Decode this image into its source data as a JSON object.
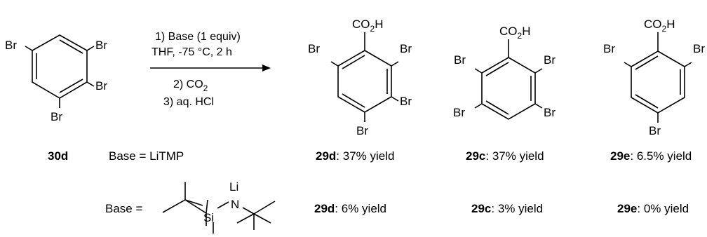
{
  "atoms": {
    "br": "Br",
    "co2h_main": "CO",
    "co2h_sub": "2",
    "co2h_end": "H",
    "li": "Li",
    "n": "N",
    "si": "Si"
  },
  "conditions": {
    "step1_line1": "1) Base (1 equiv)",
    "step1_line2": "THF, -75 °C, 2 h",
    "step2_main": "2) CO",
    "step2_sub": "2",
    "step3": "3) aq. HCl"
  },
  "labels": {
    "start_compound": "30d",
    "base1": "Base = LiTMP",
    "base2_prefix": "Base ="
  },
  "results": {
    "row1": [
      {
        "compound": "29d",
        "text": ": 37% yield"
      },
      {
        "compound": "29c",
        "text": ": 37% yield"
      },
      {
        "compound": "29e",
        "text": ": 6.5% yield"
      }
    ],
    "row2": [
      {
        "compound": "29d",
        "text": ": 6% yield"
      },
      {
        "compound": "29c",
        "text": ": 3% yield"
      },
      {
        "compound": "29e",
        "text": ": 0% yield"
      }
    ]
  }
}
